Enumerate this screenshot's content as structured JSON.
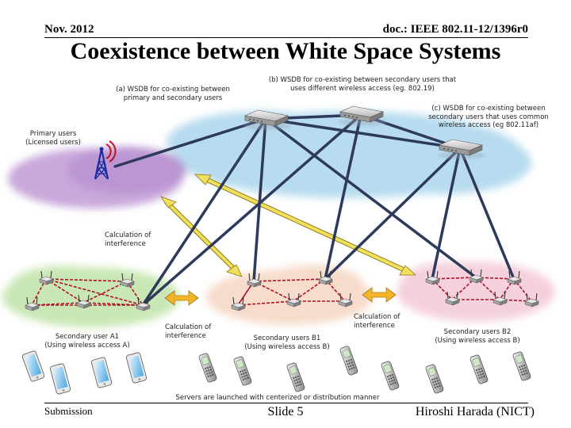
{
  "header": {
    "date": "Nov. 2012",
    "doc": "doc.: IEEE 802.11-12/1396r0"
  },
  "title": "Coexistence between White Space Systems",
  "labels": {
    "wsdb_a": [
      "(a) WSDB for co-existing between",
      "primary and secondary users"
    ],
    "wsdb_b": [
      "(b) WSDB for co-existing between secondary users that",
      "uses different wireless access (eg. 802.19)"
    ],
    "wsdb_c": [
      "(c) WSDB for co-existing between",
      "secondary users that uses common",
      "wireless access (eg 802.11af)"
    ],
    "primary": [
      "Primary users",
      "(Licensed users)"
    ],
    "calc_1": [
      "Calculation of",
      "interference"
    ],
    "calc_2": [
      "Calculation of",
      "interference"
    ],
    "calc_3": [
      "Calculation of",
      "interference"
    ],
    "sec_a1": [
      "Secondary user A1",
      "(Using wireless access A)"
    ],
    "sec_b1": [
      "Secondary users B1",
      "(Using wireless access B)"
    ],
    "sec_b2": [
      "Secondary users B2",
      "(Using wireless access B)"
    ],
    "servers": "Servers are launched with centerized  or distribution manner"
  },
  "footer": {
    "left": "Submission",
    "center": "Slide 5",
    "right": "Hiroshi Harada (NICT)"
  },
  "colors": {
    "link": "#2e3a5c",
    "interference_arrow": "#f2e05c",
    "mesh": "#b0102a",
    "cloud_primary": "#c9a8dc",
    "cloud_blue": "#b7dcef",
    "cloud_green": "#c9e7b5",
    "cloud_peach": "#f7dccb",
    "cloud_pink": "#f4d1dc"
  },
  "icons": {
    "server": "server-icon",
    "tower": "radio-tower-icon",
    "access_point": "access-point-icon",
    "phone": "mobile-phone-icon"
  }
}
